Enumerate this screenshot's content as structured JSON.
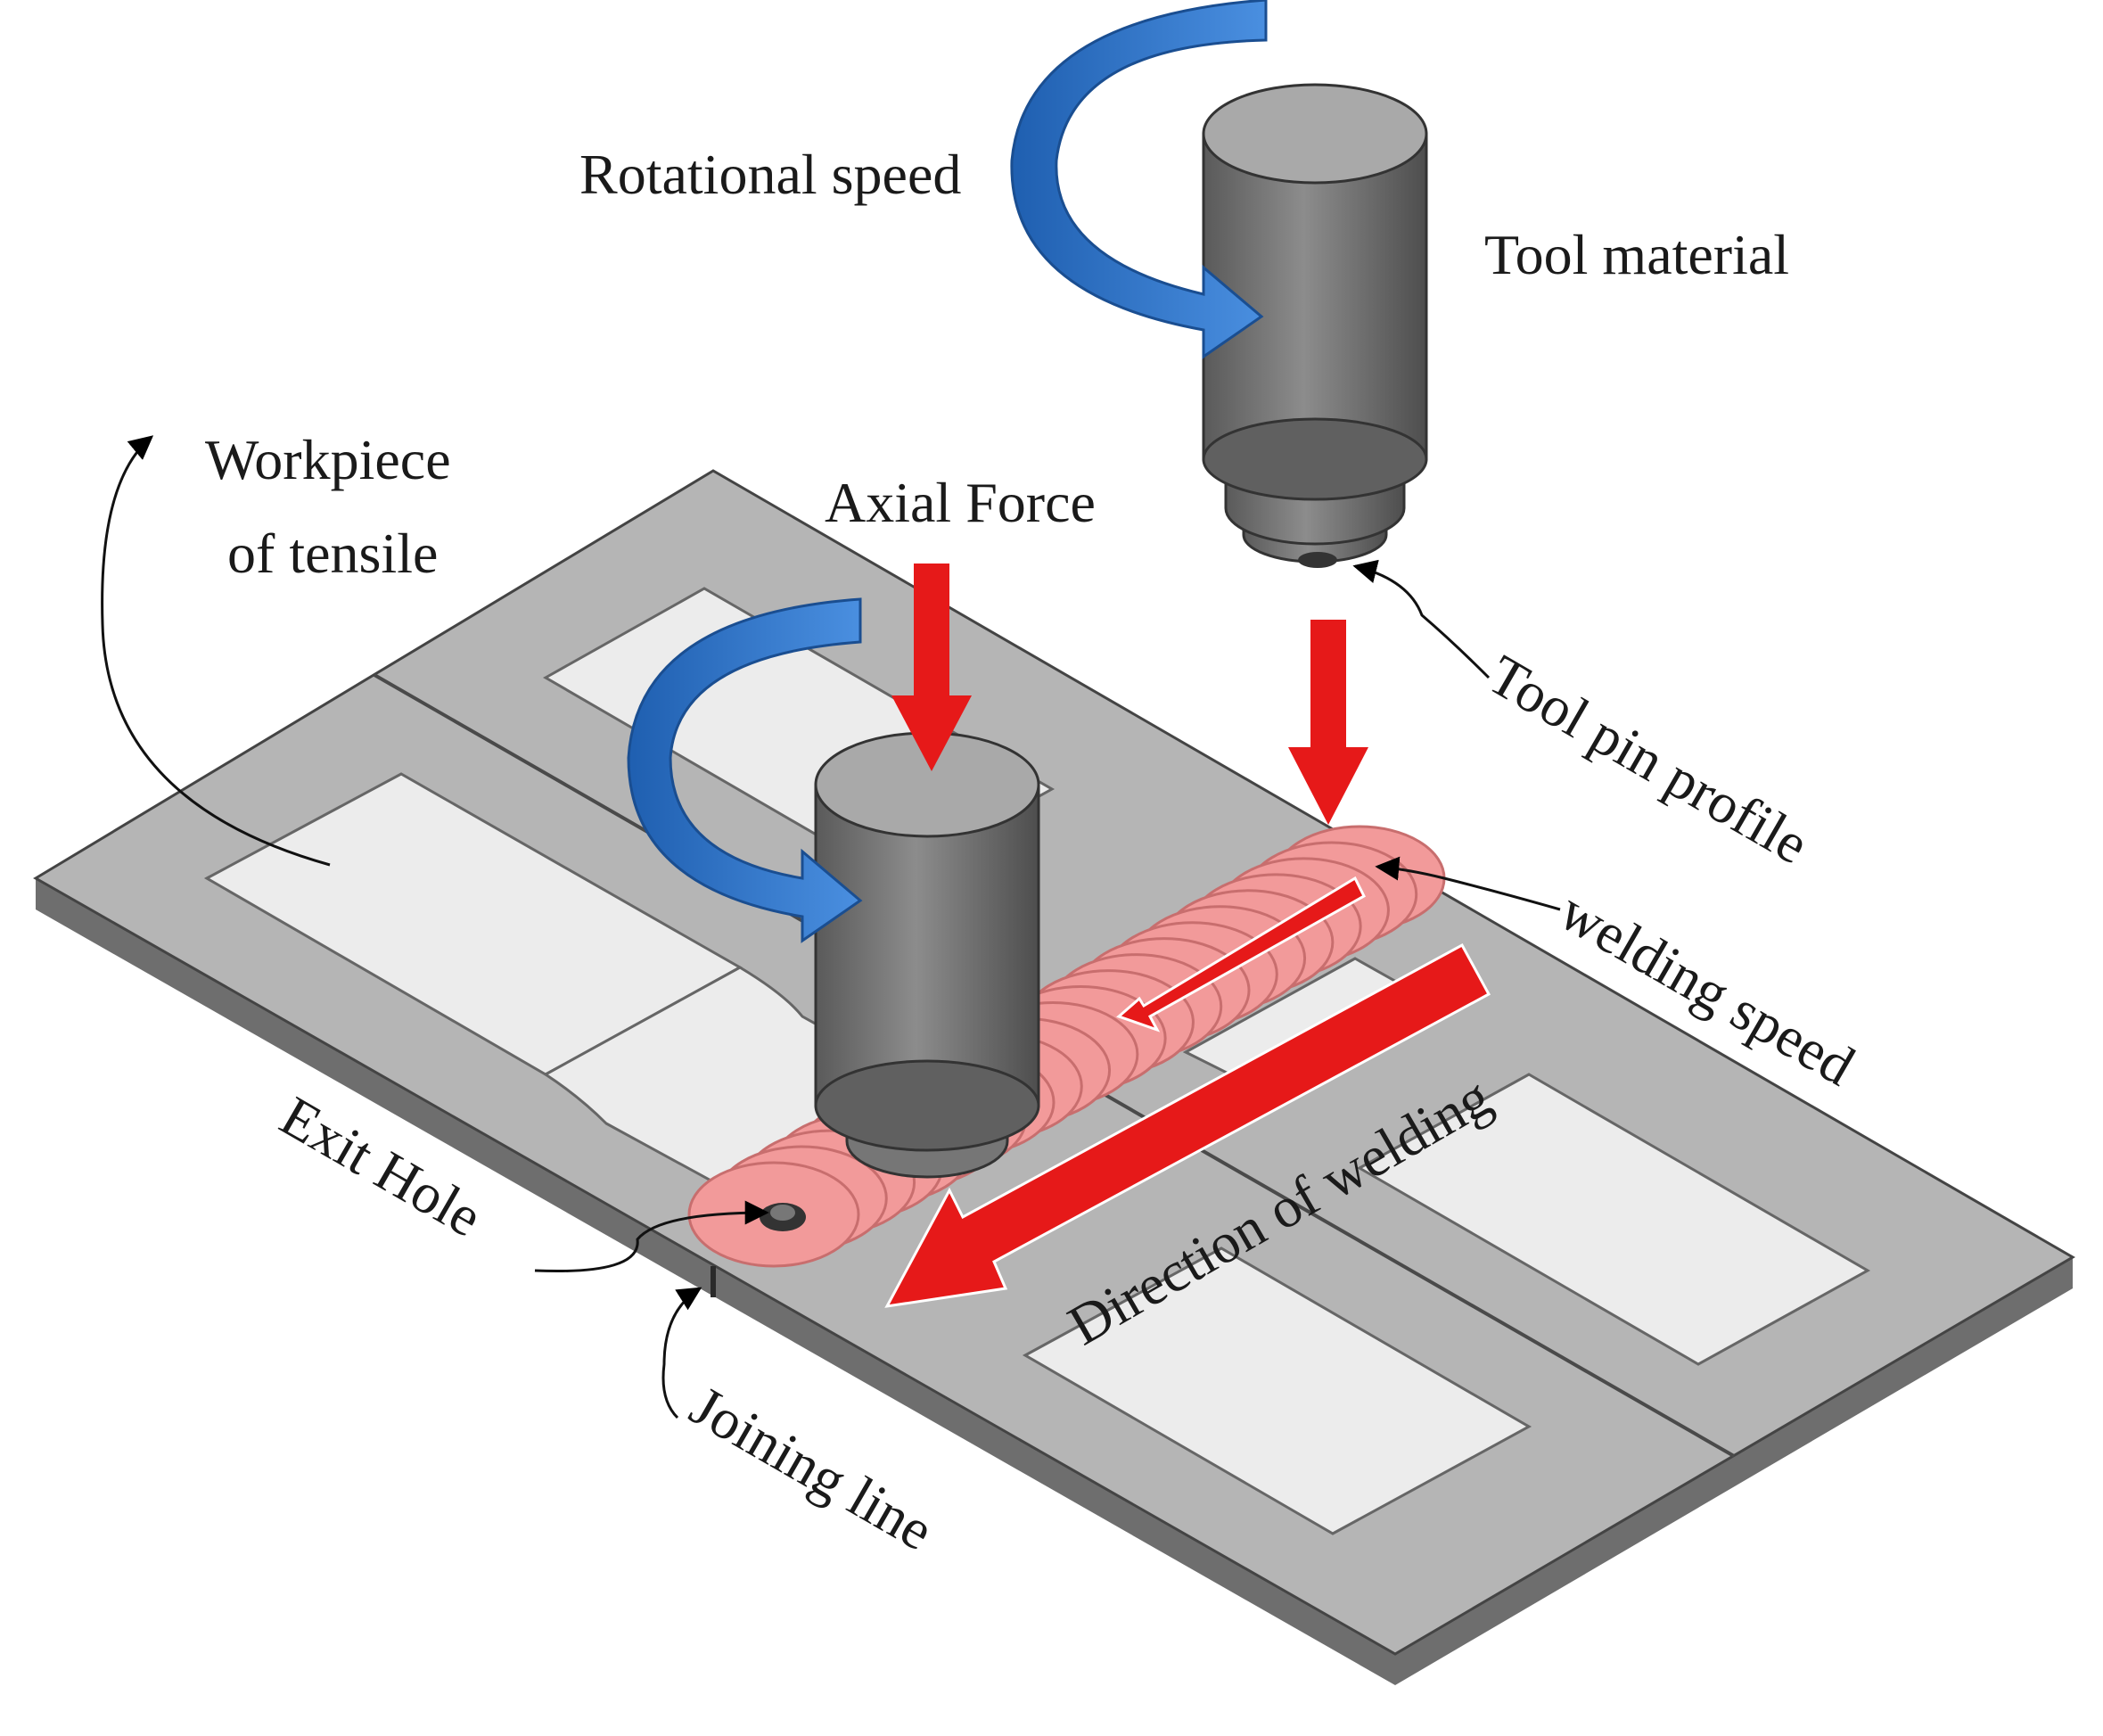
{
  "labels": {
    "rotational_speed": "Rotational speed",
    "tool_material": "Tool material",
    "workpiece_line1": "Workpiece",
    "workpiece_line2": "of tensile",
    "axial_force": "Axial Force",
    "tool_pin_profile": "Tool pin profile",
    "welding_speed": "welding speed",
    "direction_of_welding": "Direction of welding",
    "exit_hole": "Exit Hole",
    "joining_line": "Joining line"
  },
  "colors": {
    "plate_top": "#b5b5b5",
    "plate_side": "#6e6e6e",
    "dogbone": "#ececec",
    "tool_body": "#767676",
    "tool_top": "#a9a9a9",
    "weld_bead": "#f29a9a",
    "weld_edge": "#c86e6e",
    "force_arrow": "#e61919",
    "rotation_arrow": "#2f73c8"
  },
  "icons": {
    "rotation": "curved-rotation-arrow-icon",
    "force": "down-arrow-icon",
    "direction": "diagonal-arrow-icon"
  }
}
